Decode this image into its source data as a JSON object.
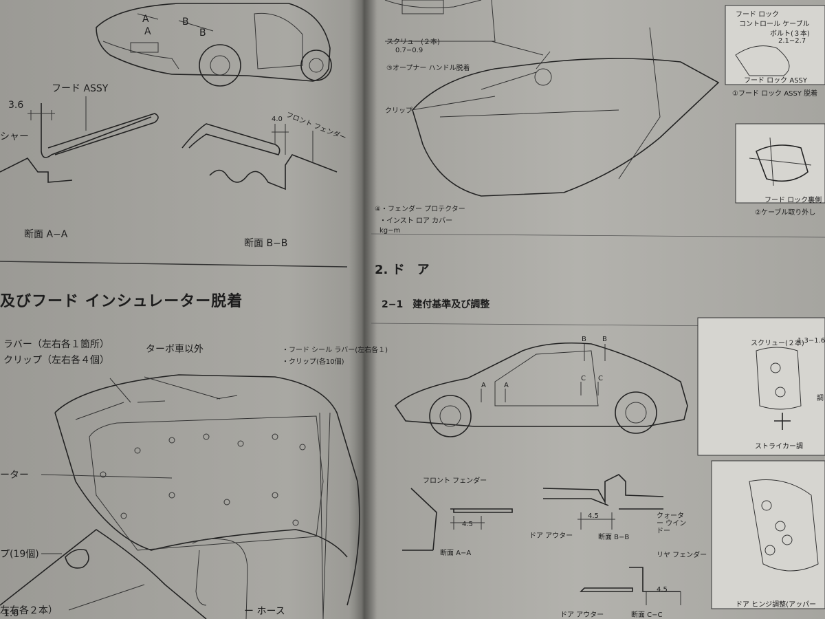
{
  "left_page": {
    "label_a_top": "A",
    "label_a_side": "A",
    "label_b_top": "B",
    "label_b_side": "B",
    "dim_36": "3.6",
    "hood_assy": "フード ASSY",
    "washer": "シャー",
    "front_fender": "フロント フェンダー",
    "dim_40": "4.0",
    "section_aa": "断面 A−A",
    "section_bb": "断面 B−B",
    "section_title": "及びフード インシュレーター脱着",
    "rubber_label": "ラバー（左右各１箇所）",
    "clip_label": "クリップ（左右各４個）",
    "non_turbo": "ターボ車以外",
    "hood_seal": "・フード シール ラバー(左右各１)",
    "clip_10": "・クリップ(各10個)",
    "insulator": "ーター",
    "clip_19": "プ(19個)",
    "bolt_2": "左右各２本）",
    "torque_16": "1.6",
    "hose": "ー ホース"
  },
  "right_page": {
    "screw_2": "スクリュー(２本)",
    "torque_07": "0.7−0.9",
    "opener": "③オープナー ハンドル脱着",
    "clip": "クリップ",
    "fender_protector": "④・フェンダー プロテクター",
    "inst_cover": "・インスト ロア カバー",
    "kgm": "kg−m",
    "hood_lock": "フード ロック",
    "control_cable": "コントロール ケーブル",
    "bolt_3": "ボルト(３本)",
    "torque_21": "2.1−2.7",
    "hood_lock_assy": "フード ロック ASSY",
    "hood_lock_assy_remove": "①フード ロック ASSY 脱着",
    "hood_lock_sketch": "フード ロック裏側",
    "cable_remove": "②ケーブル取り外し",
    "section_door": "2. ド　ア",
    "sub_section": "2−1　建付基準及び調整",
    "label_a1": "A",
    "label_a2": "A",
    "label_b1": "B",
    "label_b2": "B",
    "label_c1": "C",
    "label_c2": "C",
    "screw_2b": "スクリュー(２本)",
    "torque_13": "1.3−1.6",
    "adjust": "調",
    "striker_adjust": "ストライカー調",
    "front_fender2": "フロント フェンダー",
    "dim_45a": "4.5",
    "door_outer": "ドア アウター",
    "section_aa2": "断面 A−A",
    "dim_45b": "4.5",
    "section_bb2": "断面 B−B",
    "quarter_window": "クォーター ウインドー",
    "rear_fender": "リヤ フェンダー",
    "dim_45c": "4.5",
    "door_outer2": "ドア アウター",
    "section_cc": "断面 C−C",
    "hinge_adjust": "ドア ヒンジ調整(アッパー"
  }
}
